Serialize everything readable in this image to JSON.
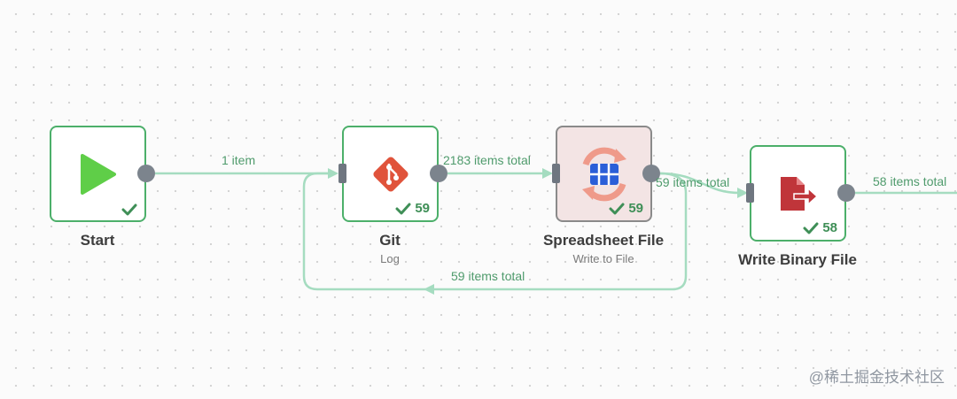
{
  "colors": {
    "edge": "#a5dcc0",
    "node_border": "#4caf6a",
    "status_text": "#3f8f57"
  },
  "nodes": {
    "start": {
      "title": "Start",
      "icon": "play-icon",
      "status_count": ""
    },
    "git": {
      "title": "Git",
      "subtitle": "Log",
      "icon": "git-icon",
      "status_count": "59"
    },
    "spreadsheet": {
      "title": "Spreadsheet File",
      "subtitle": "Write to File",
      "icon": "spreadsheet-icon",
      "status_count": "59"
    },
    "write_binary": {
      "title": "Write Binary File",
      "icon": "file-export-icon",
      "status_count": "58"
    }
  },
  "edges": {
    "start_git": "1 item",
    "git_spreadsheet": "2183 items total",
    "spreadsheet_writebinary": "59 items total",
    "loop_back": "59 items total",
    "writebinary_out": "58 items total"
  },
  "watermark": "@稀土掘金技术社区"
}
